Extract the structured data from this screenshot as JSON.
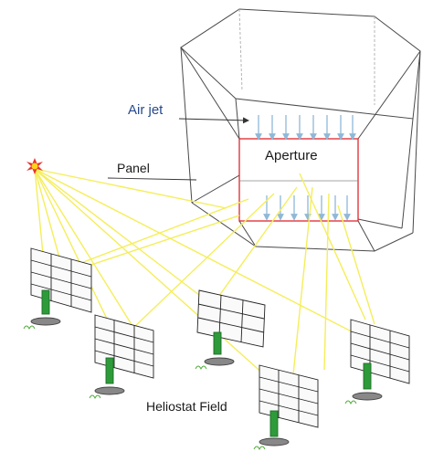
{
  "labels": {
    "air_jet": "Air jet",
    "panel": "Panel",
    "aperture": "Aperture",
    "heliostat_field": "Heliostat Field"
  },
  "colors": {
    "rays": "#f5ee5a",
    "aperture_frame": "#e0262b",
    "air_arrows": "#8fb8d8",
    "frame_lines": "#4a4a4a",
    "heliostat_mount": "#2e9b3a",
    "grass": "#4aa832",
    "sun": "#e8332a",
    "sun_core": "#ffd21a"
  },
  "icons": {
    "sun": "sun-icon",
    "heliostat": "heliostat-icon"
  }
}
